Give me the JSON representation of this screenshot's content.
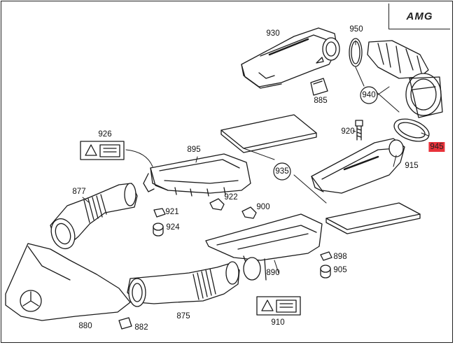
{
  "logo": {
    "text": "AMG"
  },
  "labels": [
    {
      "id": "p930",
      "text": "930"
    },
    {
      "id": "p950",
      "text": "950"
    },
    {
      "id": "p940",
      "text": "940"
    },
    {
      "id": "p885",
      "text": "885"
    },
    {
      "id": "p926",
      "text": "926"
    },
    {
      "id": "p920",
      "text": "920"
    },
    {
      "id": "p945",
      "text": "945"
    },
    {
      "id": "p895",
      "text": "895"
    },
    {
      "id": "p935",
      "text": "935"
    },
    {
      "id": "p915",
      "text": "915"
    },
    {
      "id": "p877",
      "text": "877"
    },
    {
      "id": "p922",
      "text": "922"
    },
    {
      "id": "p900",
      "text": "900"
    },
    {
      "id": "p921",
      "text": "921"
    },
    {
      "id": "p924",
      "text": "924"
    },
    {
      "id": "p898",
      "text": "898"
    },
    {
      "id": "p905",
      "text": "905"
    },
    {
      "id": "p890",
      "text": "890"
    },
    {
      "id": "p880",
      "text": "880"
    },
    {
      "id": "p875",
      "text": "875"
    },
    {
      "id": "p910",
      "text": "910"
    },
    {
      "id": "p882",
      "text": "882"
    }
  ],
  "highlight_color": "#e8323a"
}
